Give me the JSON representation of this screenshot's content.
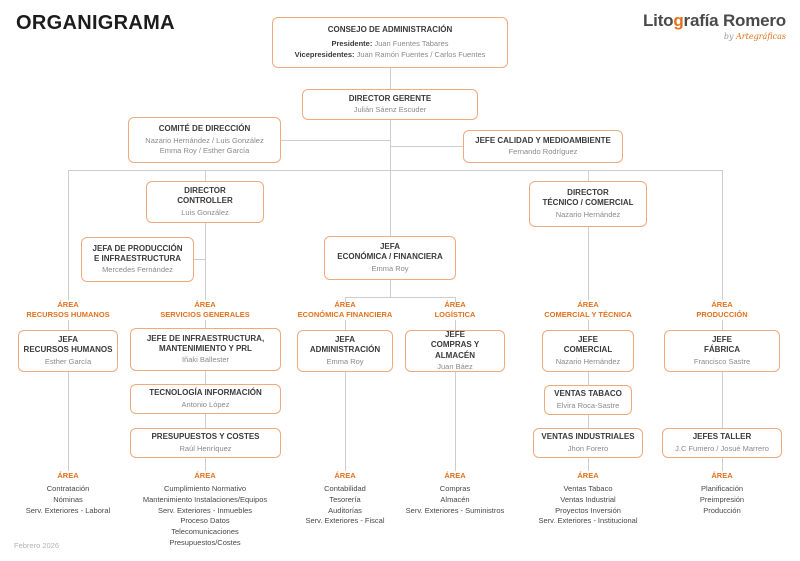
{
  "colors": {
    "accent_orange": "#e2711d",
    "box_border": "#f0aa7e",
    "line_gray": "#cdcdcd",
    "title_text": "#3a3a3a",
    "name_text": "#8a8a8a"
  },
  "header": {
    "title": "ORGANIGRAMA"
  },
  "logo": {
    "part1": "Lito",
    "accent": "g",
    "part2": "rafía Romero",
    "tagline_by": "by",
    "tagline_rest": "Artegráficas"
  },
  "footer": {
    "date": "Febrero 2026"
  },
  "top": {
    "consejo": {
      "title": "CONSEJO DE ADMINISTRACIÓN",
      "line1_label": "Presidente:",
      "line1_value": "Juan Fuentes Tabares",
      "line2_label": "Vicepresidentes:",
      "line2_value": "Juan Ramón Fuentes / Carlos Fuentes"
    },
    "gerente": {
      "title": "DIRECTOR GERENTE",
      "name": "Julián Sáenz Escuder"
    },
    "comite": {
      "title": "COMITÉ DE DIRECCIÓN",
      "name": "Nazario Hernández / Luis González\nEmma Roy / Esther García"
    },
    "calidad": {
      "title": "JEFE CALIDAD Y MEDIOAMBIENTE",
      "name": "Fernando Rodríguez"
    }
  },
  "mid": {
    "controller": {
      "title": "DIRECTOR\nCONTROLLER",
      "name": "Luis González"
    },
    "produccion_infra": {
      "title": "JEFA DE PRODUCCIÓN\nE INFRAESTRUCTURA",
      "name": "Mercedes Fernández"
    },
    "economica": {
      "title": "JEFA\nECONÓMICA / FINANCIERA",
      "name": "Emma Roy"
    },
    "tecnico": {
      "title": "DIRECTOR\nTÉCNICO / COMERCIAL",
      "name": "Nazario Hernández"
    }
  },
  "areas": {
    "rrhh": {
      "label": "ÁREA\nRECURSOS HUMANOS",
      "head": {
        "title": "JEFA\nRECURSOS HUMANOS",
        "name": "Esther García"
      },
      "footer_label": "ÁREA",
      "items": "Contratación\nNóminas\nServ. Exteriores - Laboral"
    },
    "servicios": {
      "label": "ÁREA\nSERVICIOS GENERALES",
      "head": {
        "title": "JEFE DE INFRAESTRUCTURA,\nMANTENIMIENTO Y PRL",
        "name": "Iñaki Ballester"
      },
      "sub1": {
        "title": "TECNOLOGÍA INFORMACIÓN",
        "name": "Antonio López"
      },
      "sub2": {
        "title": "PRESUPUESTOS Y COSTES",
        "name": "Raúl Henríquez"
      },
      "footer_label": "ÁREA",
      "items": "Cumplimiento Normativo\nMantenimiento Instalaciones/Equipos\nServ. Exteriores - Inmuebles\nProceso Datos\nTelecomunicaciones\nPresupuestos/Costes"
    },
    "economica_fin": {
      "label": "ÁREA\nECONÓMICA FINANCIERA",
      "head": {
        "title": "JEFA\nADMINISTRACIÓN",
        "name": "Emma Roy"
      },
      "footer_label": "ÁREA",
      "items": "Contabilidad\nTesorería\nAuditorías\nServ. Exteriores - Fiscal"
    },
    "logistica": {
      "label": "ÁREA\nLOGÍSTICA",
      "head": {
        "title": "JEFE\nCOMPRAS Y ALMACÉN",
        "name": "Juan Báez"
      },
      "footer_label": "ÁREA",
      "items": "Compras\nAlmacén\nServ. Exteriores - Suministros"
    },
    "comercial": {
      "label": "ÁREA\nCOMERCIAL Y TÉCNICA",
      "head": {
        "title": "JEFE\nCOMERCIAL",
        "name": "Nazario Hernández"
      },
      "sub1": {
        "title": "VENTAS TABACO",
        "name": "Elvira Roca-Sastre"
      },
      "sub2": {
        "title": "VENTAS INDUSTRIALES",
        "name": "Jhon Forero"
      },
      "footer_label": "ÁREA",
      "items": "Ventas Tabaco\nVentas Industrial\nProyectos Inversión\nServ. Exteriores - Institucional"
    },
    "produccion": {
      "label": "ÁREA\nPRODUCCIÓN",
      "head": {
        "title": "JEFE\nFÁBRICA",
        "name": "Francisco Sastre"
      },
      "sub2": {
        "title": "JEFES TALLER",
        "name": "J.C Fumero / Josué Marrero"
      },
      "footer_label": "ÁREA",
      "items": "Planificación\nPreimpresión\nProducción"
    }
  }
}
